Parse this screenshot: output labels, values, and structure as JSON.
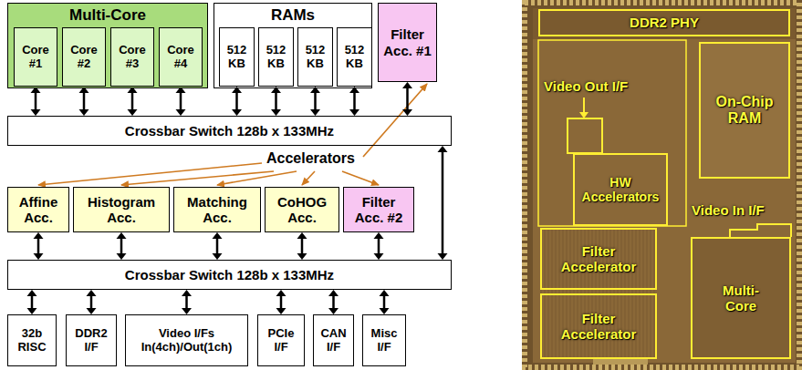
{
  "diagram": {
    "nodes": [
      {
        "text": [
          "Multi-Core"
        ]
      },
      {
        "text": [
          "Core #1"
        ],
        "in": 0
      },
      {
        "text": [
          "Core #2"
        ],
        "in": 0
      },
      {
        "text": [
          "Core #3"
        ],
        "in": 0
      },
      {
        "text": [
          "Core #4"
        ],
        "in": 0
      },
      {
        "text": [
          "RAMs"
        ]
      },
      {
        "text": [
          "512 KB"
        ],
        "in": 5
      },
      {
        "text": [
          "512 KB"
        ],
        "in": 5
      },
      {
        "text": [
          "512 KB"
        ],
        "in": 5
      },
      {
        "text": [
          "512 KB"
        ],
        "in": 5
      },
      {
        "text": [
          "Filter Acc. #1"
        ]
      },
      {
        "text": [
          "Crossbar Switch 128b x 133MHz"
        ]
      },
      {
        "text": [
          "Affine Acc."
        ]
      },
      {
        "text": [
          "Histogram Acc."
        ]
      },
      {
        "text": [
          "Matching Acc."
        ]
      },
      {
        "text": [
          "CoHOG Acc."
        ]
      },
      {
        "text": [
          "Filter Acc. #2"
        ]
      },
      {
        "text": [
          "Crossbar Switch 128b x 133MHz"
        ]
      },
      {
        "text": [
          "32b RISC"
        ]
      },
      {
        "text": [
          "DDR2 I/F"
        ]
      },
      {
        "text": [
          "Video I/Fs In(4ch)/Out(1ch)"
        ]
      },
      {
        "text": [
          "PCIe I/F"
        ]
      },
      {
        "text": [
          "CAN I/F"
        ]
      },
      {
        "text": [
          "Misc I/F"
        ]
      },
      {
        "text": [
          "DDR2 PHY"
        ]
      },
      {
        "text": [
          "On-Chip RAM"
        ]
      },
      {
        "text": [
          "HW Accelerators"
        ]
      },
      {
        "text": [
          "Filter Accelerator"
        ]
      },
      {
        "text": [
          "Filter Accelerator"
        ]
      },
      {
        "text": [
          "Multi-Core"
        ]
      }
    ],
    "edges": [
      {
        "from": 1,
        "to": 11,
        "arrow": "both"
      },
      {
        "from": 2,
        "to": 11,
        "arrow": "both"
      },
      {
        "from": 3,
        "to": 11,
        "arrow": "both"
      },
      {
        "from": 4,
        "to": 11,
        "arrow": "both"
      },
      {
        "from": 6,
        "to": 11,
        "arrow": "both"
      },
      {
        "from": 7,
        "to": 11,
        "arrow": "both"
      },
      {
        "from": 8,
        "to": 11,
        "arrow": "both"
      },
      {
        "from": 9,
        "to": 11,
        "arrow": "both"
      },
      {
        "from": 10,
        "to": 11,
        "arrow": "both"
      },
      {
        "from": 11,
        "to": 17,
        "arrow": "both"
      },
      {
        "from": 12,
        "to": 17,
        "arrow": "both"
      },
      {
        "from": 13,
        "to": 17,
        "arrow": "both"
      },
      {
        "from": 14,
        "to": 17,
        "arrow": "both"
      },
      {
        "from": 15,
        "to": 17,
        "arrow": "both"
      },
      {
        "from": 16,
        "to": 17,
        "arrow": "both"
      },
      {
        "from": 17,
        "to": 18,
        "arrow": "both"
      },
      {
        "from": 17,
        "to": 19,
        "arrow": "both"
      },
      {
        "from": 17,
        "to": 20,
        "arrow": "both"
      },
      {
        "from": 17,
        "to": 21,
        "arrow": "both"
      },
      {
        "from": 17,
        "to": 22,
        "arrow": "both"
      },
      {
        "from": 17,
        "to": 23,
        "arrow": "both"
      }
    ],
    "labels": [
      "Accelerators",
      "Video Out I/F",
      "Video In I/F"
    ]
  }
}
